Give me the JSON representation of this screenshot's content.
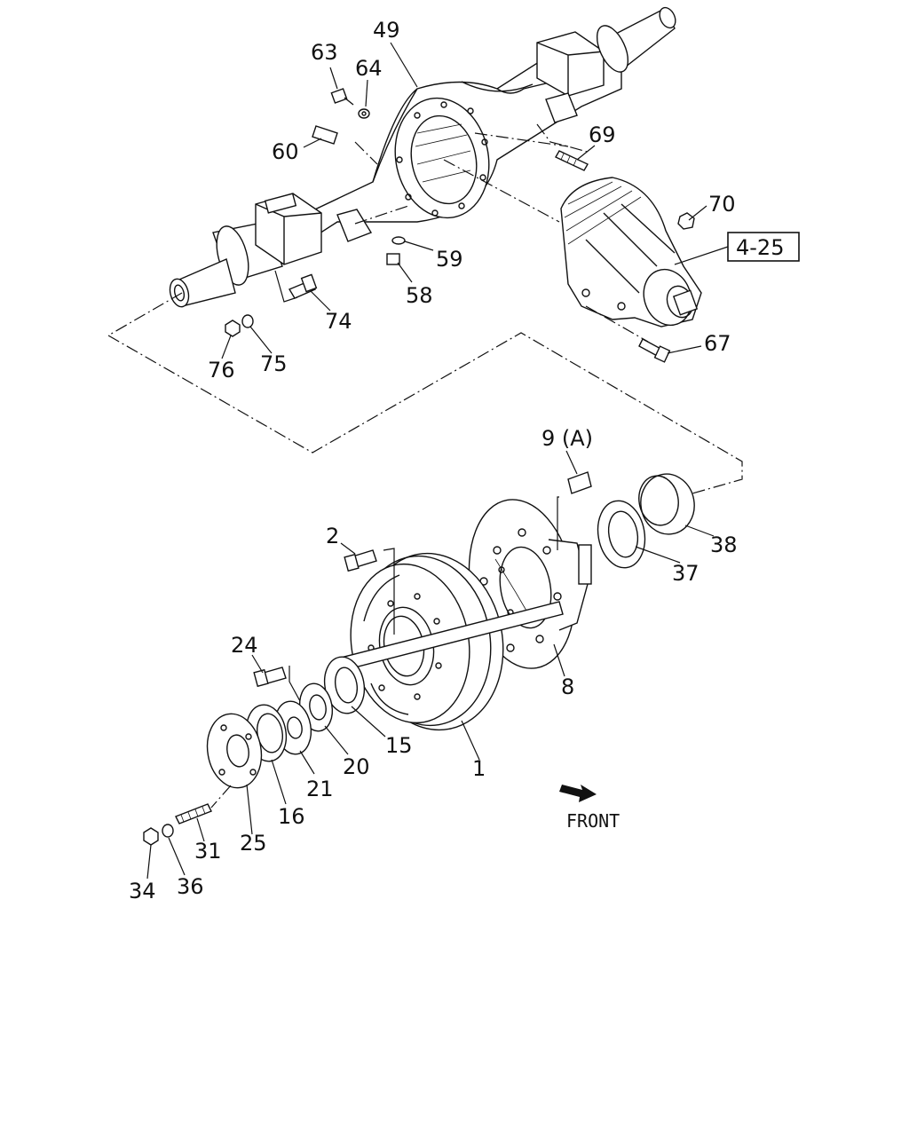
{
  "callouts": {
    "c63": "63",
    "c64": "64",
    "c49": "49",
    "c60": "60",
    "c69": "69",
    "c70": "70",
    "c4_25": "4-25",
    "c59": "59",
    "c58": "58",
    "c74": "74",
    "c76": "76",
    "c75": "75",
    "c67": "67",
    "c9a": "9 (A)",
    "c2": "2",
    "c38": "38",
    "c37": "37",
    "c24": "24",
    "c8": "8",
    "c15": "15",
    "c20": "20",
    "c21": "21",
    "c1": "1",
    "c16": "16",
    "c25": "25",
    "c31": "31",
    "c34": "34",
    "c36": "36"
  },
  "front_label": "FRONT",
  "colors": {
    "ink": "#111111",
    "paper": "#ffffff"
  },
  "icons": {
    "front_direction": "arrow-icon"
  }
}
